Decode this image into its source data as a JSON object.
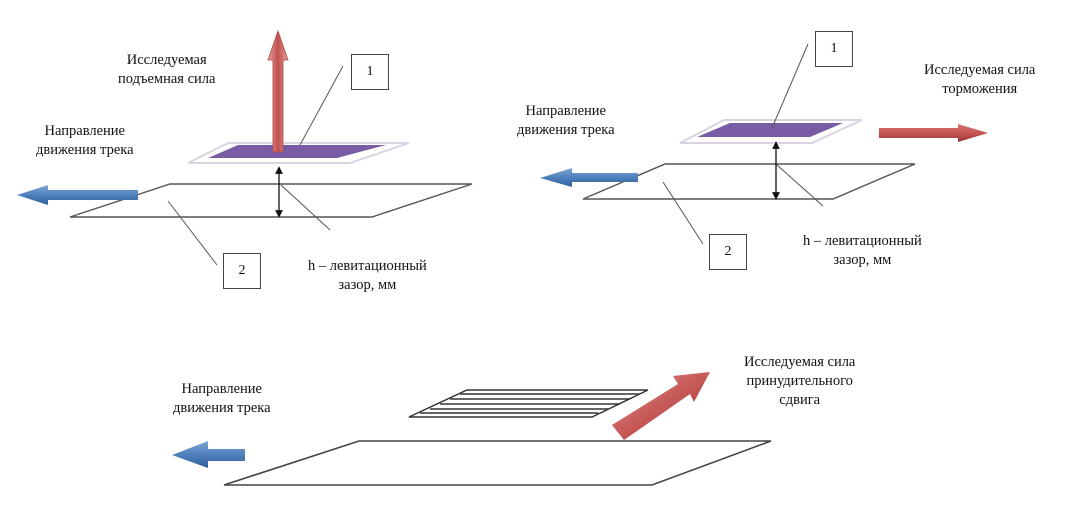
{
  "colors": {
    "plate_fill": "#7a5ca6",
    "plate_border": "#d8d4e2",
    "force_arrow": "#c0504d",
    "track_arrow": "#4f81bd",
    "track_outline": "#555555"
  },
  "panels": [
    {
      "id": "lift",
      "force_label": [
        "Исследуемая",
        "подъемная сила"
      ],
      "direction_label": [
        "Направление",
        "движения трека"
      ],
      "gap_label": [
        "h – левитационный",
        "зазор, мм"
      ],
      "marker_1": "1",
      "marker_2": "2"
    },
    {
      "id": "drag",
      "force_label": [
        "Исследуемая сила",
        "торможения"
      ],
      "direction_label": [
        "Направление",
        "движения трека"
      ],
      "gap_label": [
        "h – левитационный",
        "зазор, мм"
      ],
      "marker_1": "1",
      "marker_2": "2"
    },
    {
      "id": "shear",
      "force_label": [
        "Исследуемая сила",
        "принудительного",
        "сдвига"
      ],
      "direction_label": [
        "Направление",
        "движения трека"
      ]
    }
  ]
}
